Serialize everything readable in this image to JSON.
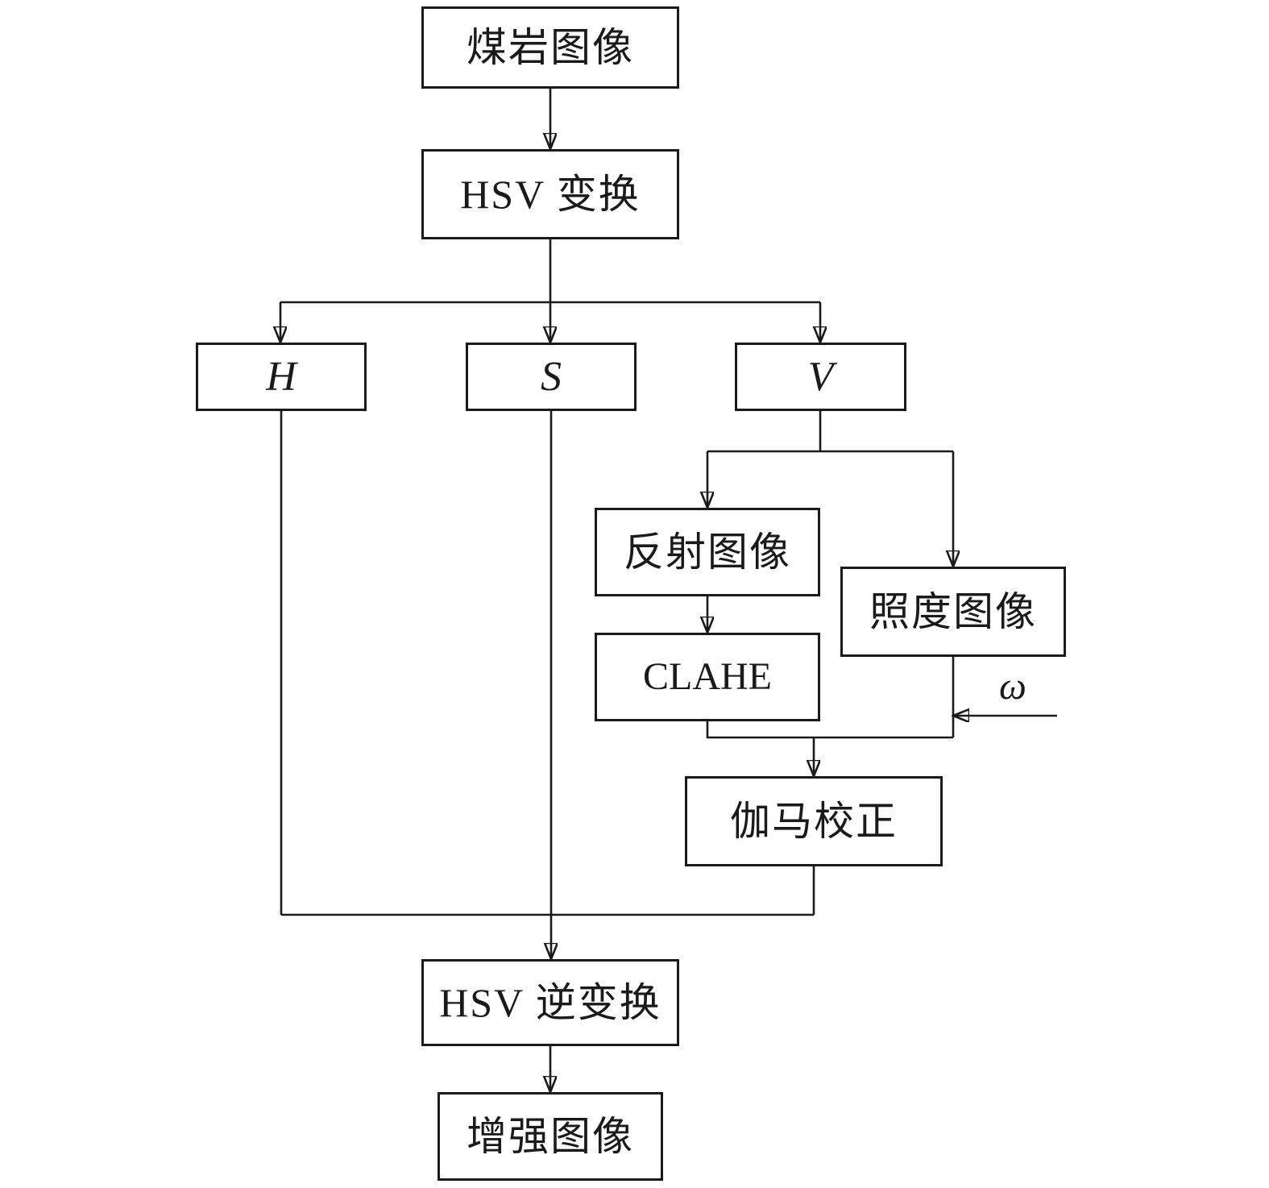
{
  "diagram": {
    "title_hint": "coal-rock image enhancement flowchart",
    "colors": {
      "line": "#1a1a1a",
      "background": "#ffffff"
    },
    "nodes": {
      "coal_rock": "煤岩图像",
      "hsv_transform": "HSV 变换",
      "h": "H",
      "s": "S",
      "v": "V",
      "reflection": "反射图像",
      "illumination": "照度图像",
      "clahe": "CLAHE",
      "gamma": "伽马校正",
      "hsv_inverse": "HSV 逆变换",
      "enhanced": "增强图像"
    },
    "annotations": {
      "omega": "ω"
    }
  }
}
